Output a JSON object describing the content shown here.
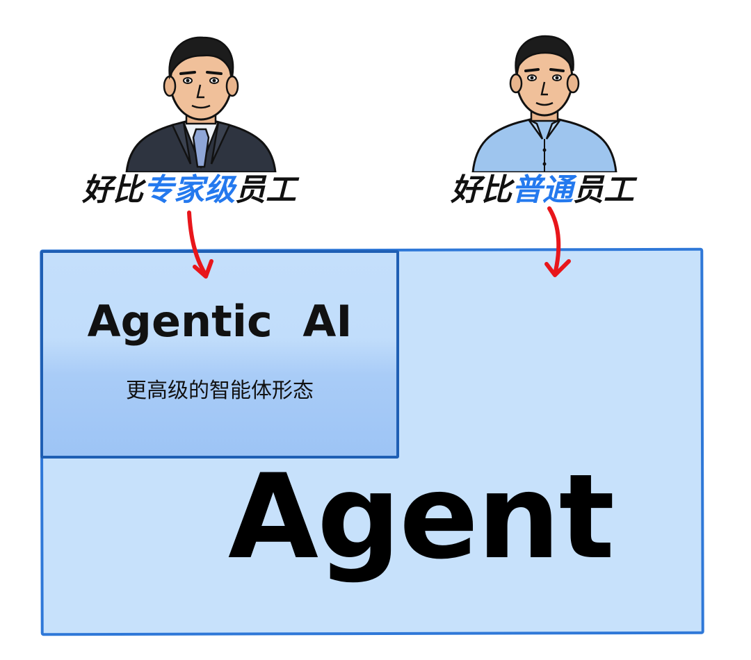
{
  "left_label": {
    "prefix": "好比",
    "highlight": "专家级",
    "suffix": "员工"
  },
  "right_label": {
    "prefix": "好比",
    "highlight": "普通",
    "suffix": "员工"
  },
  "agentic_box": {
    "title": "Agentic AI",
    "subtitle": "更高级的智能体形态"
  },
  "agent_box": {
    "title": "Agent"
  },
  "colors": {
    "highlight": "#2479ee",
    "arrow": "#e8161b",
    "agent_fill": "#c7e1fb",
    "agent_border": "#2f78d8",
    "agentic_border": "#1f5fb4"
  },
  "icons": {
    "left_person": "expert-employee-illustration",
    "right_person": "ordinary-employee-illustration",
    "arrows": "red-curved-arrow-icon"
  }
}
